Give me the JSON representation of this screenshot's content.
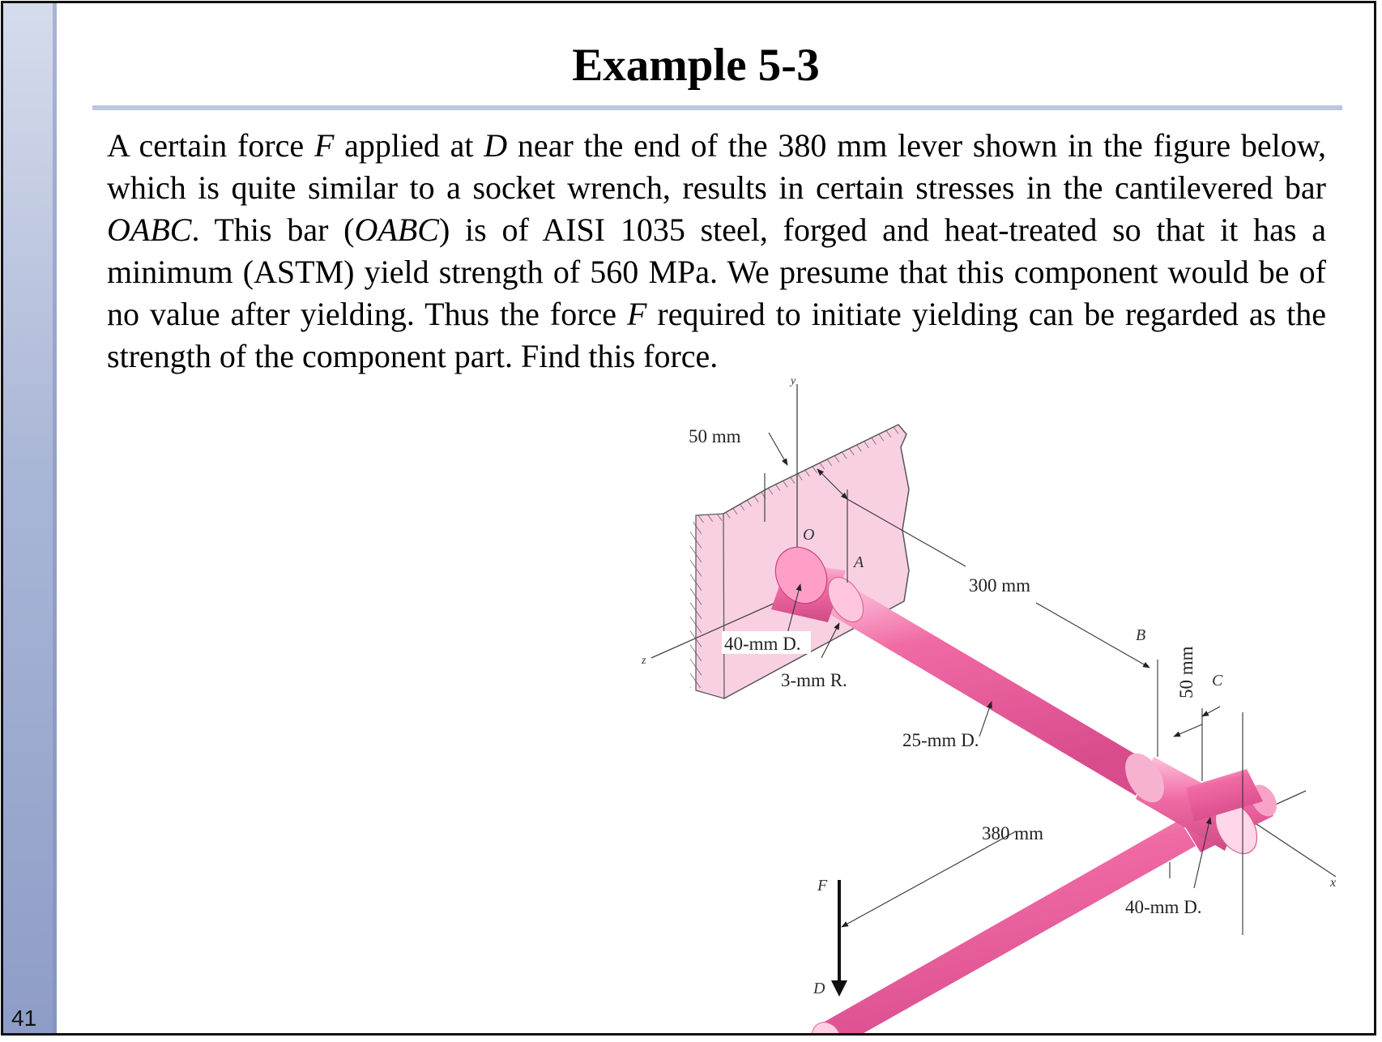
{
  "slide": {
    "title": "Example 5-3",
    "number": "41",
    "paragraph": [
      {
        "t": "A certain force "
      },
      {
        "t": "F",
        "i": true
      },
      {
        "t": " applied at "
      },
      {
        "t": "D",
        "i": true
      },
      {
        "t": " near the end of the 380 mm lever shown in the figure below, which is quite similar to a socket wrench, results in  certain stresses in the cantilevered bar "
      },
      {
        "t": "OABC",
        "i": true
      },
      {
        "t": ". This bar ("
      },
      {
        "t": "OABC",
        "i": true
      },
      {
        "t": ") is of AISI 1035 steel, forged and heat-treated so that it has a minimum (ASTM) yield strength of 560 MPa. We presume that this component would be of no  value after yielding. Thus the force "
      },
      {
        "t": "F",
        "i": true
      },
      {
        "t": " required to initiate yielding can be regarded as the strength of the component part. Find this force."
      }
    ]
  },
  "figure": {
    "dims": {
      "d50_top": "50 mm",
      "d300": "300 mm",
      "d40_left": "40-mm D.",
      "r3": "3-mm R.",
      "d25": "25-mm D.",
      "d380": "380 mm",
      "d40_right": "40-mm D.",
      "d50_vert": "50 mm"
    },
    "points": {
      "O": "O",
      "A": "A",
      "B": "B",
      "C": "C",
      "D": "D",
      "F": "F"
    },
    "axes": {
      "x": "x",
      "y": "y",
      "z": "z"
    },
    "colors": {
      "bar": "#f06aa4",
      "bar_light": "#ffd3e6",
      "bar_dark": "#d84c8c",
      "wall": "#f8d0e2"
    }
  }
}
